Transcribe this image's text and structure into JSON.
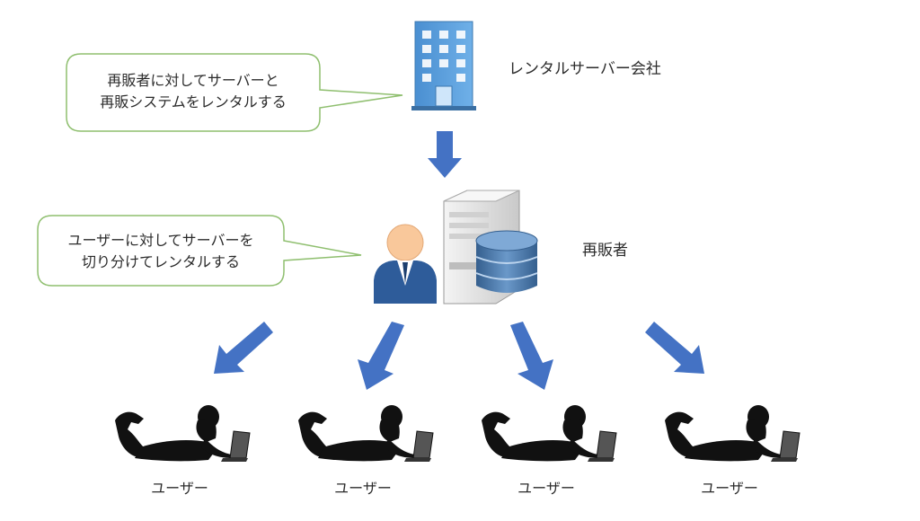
{
  "diagram": {
    "company_label": "レンタルサーバー会社",
    "reseller_label": "再販者",
    "callout_top": {
      "line1": "再販者に対してサーバーと",
      "line2": "再販システムをレンタルする"
    },
    "callout_mid": {
      "line1": "ユーザーに対してサーバーを",
      "line2": "切り分けてレンタルする"
    },
    "users": [
      {
        "label": "ユーザー"
      },
      {
        "label": "ユーザー"
      },
      {
        "label": "ユーザー"
      },
      {
        "label": "ユーザー"
      }
    ]
  },
  "colors": {
    "arrow": "#4472c4",
    "callout_border": "#8fbf6f",
    "building": "#5b9bd5",
    "person_suit": "#2e5c9a",
    "person_face": "#f9c89b",
    "database": "#4a78a8",
    "server_case": "#e6e6e6",
    "silhouette": "#111111"
  }
}
